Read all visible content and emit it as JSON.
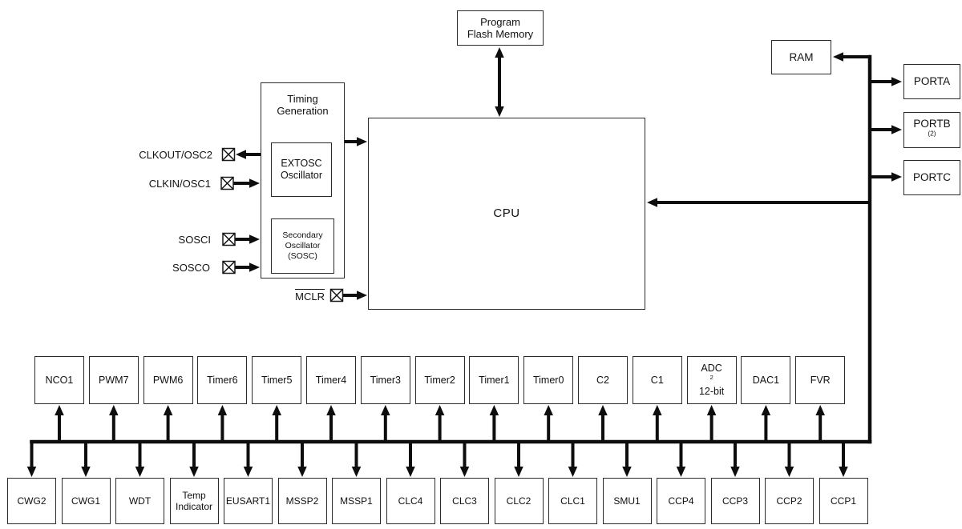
{
  "blocks": {
    "program_flash_memory": {
      "line1": "Program",
      "line2": "Flash Memory"
    },
    "ram": {
      "label": "RAM"
    },
    "cpu": {
      "label": "CPU"
    },
    "timing_generation": {
      "line1": "Timing",
      "line2": "Generation"
    },
    "extosc": {
      "line1": "EXTOSC",
      "line2": "Oscillator"
    },
    "sosc": {
      "line1": "Secondary",
      "line2": "Oscillator",
      "line3": "(SOSC)"
    }
  },
  "ports": [
    {
      "label": "PORTA",
      "sup": ""
    },
    {
      "label": "PORTB",
      "sup": "(2)"
    },
    {
      "label": "PORTC",
      "sup": ""
    }
  ],
  "pins": [
    {
      "label": "CLKOUT/OSC2",
      "direction": "out"
    },
    {
      "label": "CLKIN/OSC1",
      "direction": "in"
    },
    {
      "label": "SOSCI",
      "direction": "in"
    },
    {
      "label": "SOSCO",
      "direction": "in"
    },
    {
      "label": "MCLR",
      "overline": true,
      "direction": "in"
    }
  ],
  "peripherals_top": [
    {
      "label": "NCO1"
    },
    {
      "label": "PWM7"
    },
    {
      "label": "PWM6"
    },
    {
      "label": "Timer6"
    },
    {
      "label": "Timer5"
    },
    {
      "label": "Timer4"
    },
    {
      "label": "Timer3"
    },
    {
      "label": "Timer2"
    },
    {
      "label": "Timer1"
    },
    {
      "label": "Timer0"
    },
    {
      "label": "C2"
    },
    {
      "label": "C1"
    },
    {
      "label": "ADC",
      "sup": "2",
      "line2": "12-bit"
    },
    {
      "label": "DAC1"
    },
    {
      "label": "FVR"
    }
  ],
  "peripherals_bottom": [
    {
      "label": "CWG2"
    },
    {
      "label": "CWG1"
    },
    {
      "label": "WDT"
    },
    {
      "line1": "Temp",
      "line2": "Indicator"
    },
    {
      "label": "EUSART1"
    },
    {
      "label": "MSSP2"
    },
    {
      "label": "MSSP1"
    },
    {
      "label": "CLC4"
    },
    {
      "label": "CLC3"
    },
    {
      "label": "CLC2"
    },
    {
      "label": "CLC1"
    },
    {
      "label": "SMU1"
    },
    {
      "label": "CCP4"
    },
    {
      "label": "CCP3"
    },
    {
      "label": "CCP2"
    },
    {
      "label": "CCP1"
    }
  ],
  "colors": {
    "line": "#0d0d0d",
    "box_border": "#2b2b2b",
    "background": "#ffffff",
    "text": "#111111"
  }
}
